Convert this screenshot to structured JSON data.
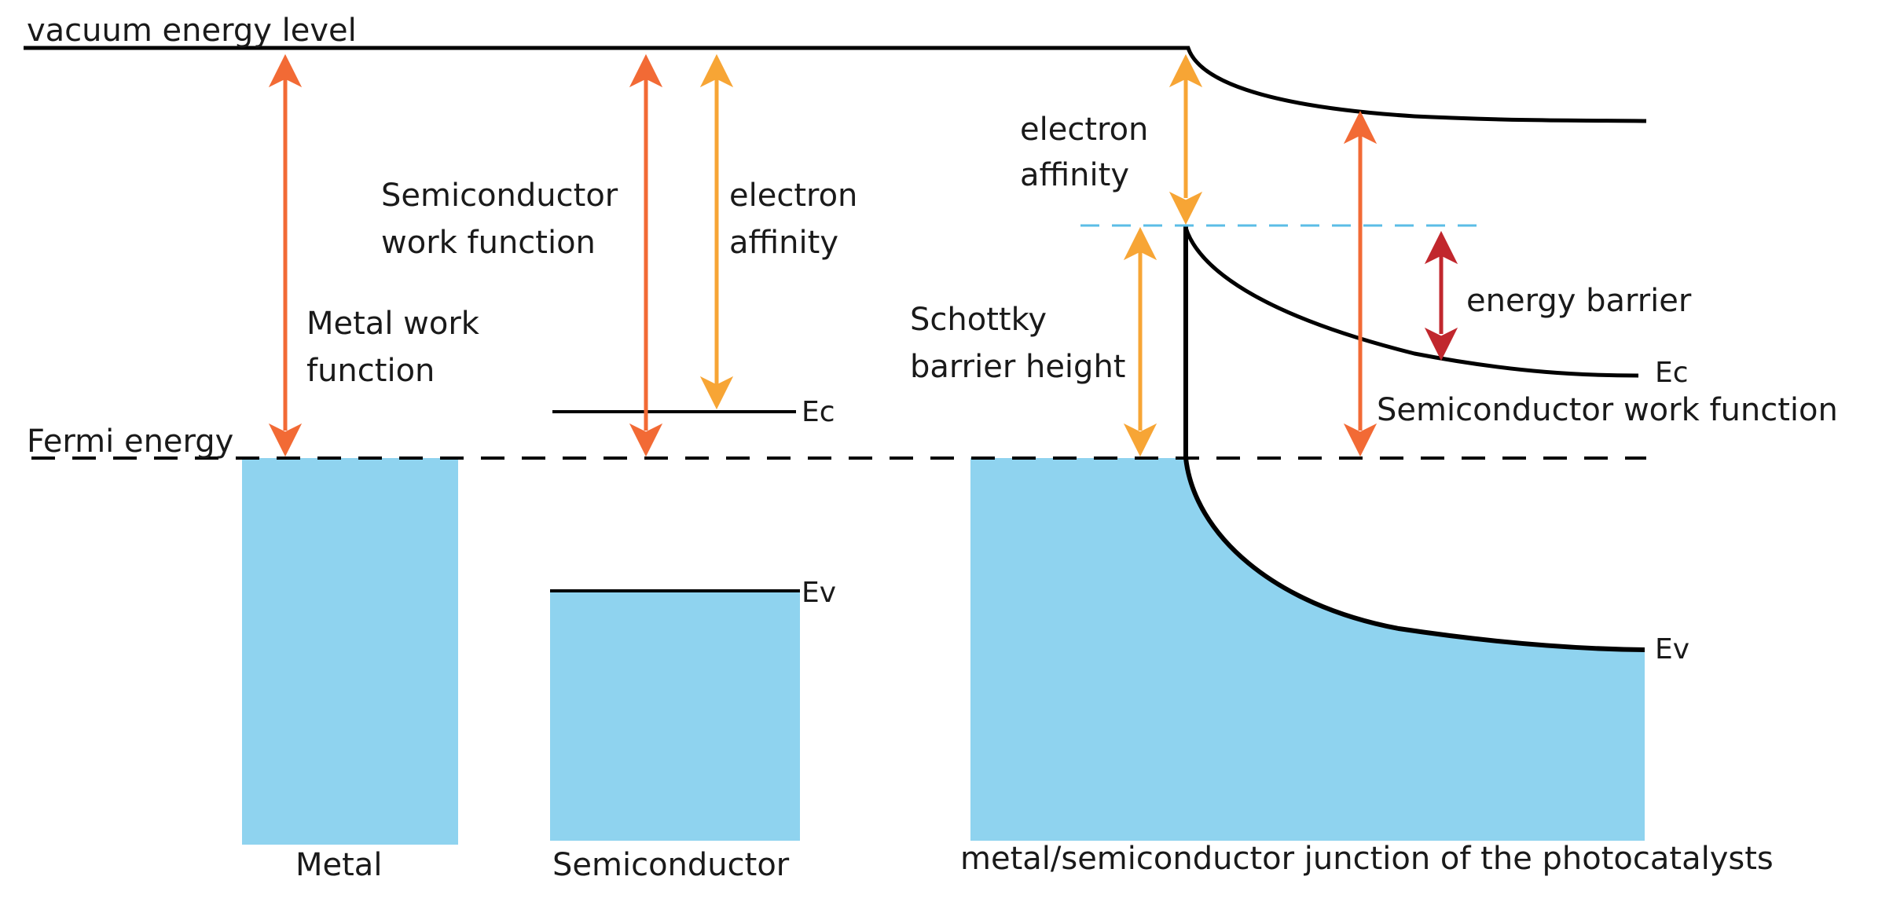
{
  "labels": {
    "vacuum_energy_level": "vacuum energy level",
    "fermi_energy": "Fermi energy",
    "metal_work_function_line1": "Metal work",
    "metal_work_function_line2": "function",
    "semiconductor_work_function_line1": "Semiconductor",
    "semiconductor_work_function_line2": "work function",
    "electron_affinity_line1": "electron",
    "electron_affinity_line2": "affinity",
    "ec": "Ec",
    "ev": "Ev",
    "junction_electron_affinity_line1": "electron",
    "junction_electron_affinity_line2": "affinity",
    "schottky_line1": "Schottky",
    "schottky_line2": "barrier height",
    "energy_barrier": "energy barrier",
    "junction_ec": "Ec",
    "junction_semiconductor_work_function": "Semiconductor work function",
    "junction_ev": "Ev",
    "metal": "Metal",
    "semiconductor": "Semiconductor",
    "junction": "metal/semiconductor junction of the photocatalysts"
  },
  "colors": {
    "band_fill": "#8fd3ef",
    "work_function_arrow": "#f26a35",
    "electron_affinity_arrow": "#f7a535",
    "energy_barrier_arrow": "#c1272d",
    "dashed_blue": "#5bbde6",
    "line": "#000000"
  }
}
